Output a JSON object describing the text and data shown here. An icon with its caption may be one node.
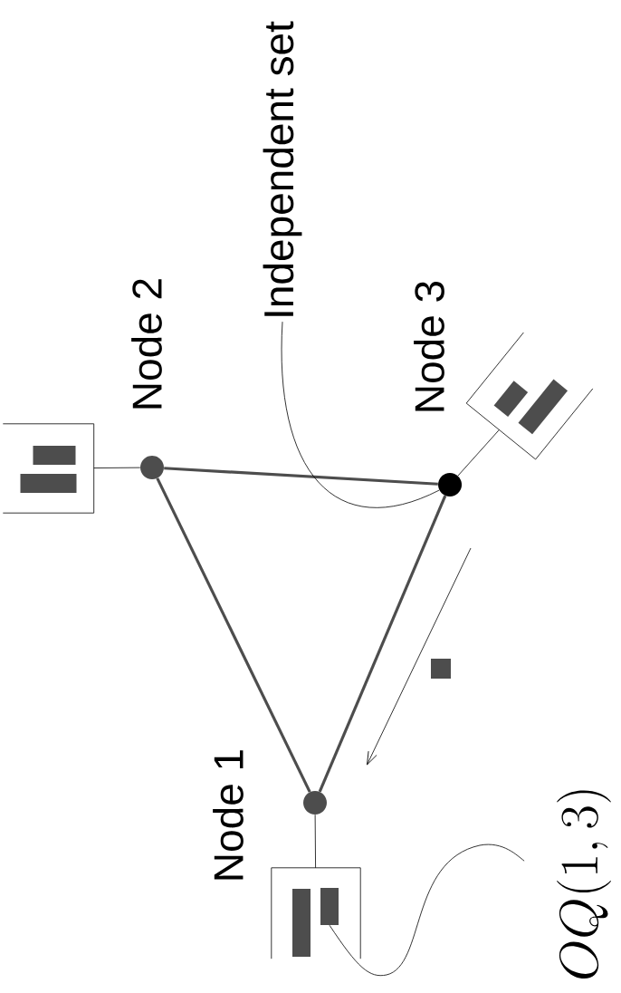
{
  "diagram": {
    "nodes": [
      {
        "text": [],
        "shape": "circle",
        "beside": [
          "Node 1"
        ]
      },
      {
        "text": [],
        "shape": "circle",
        "beside": [
          "Node 2"
        ]
      },
      {
        "text": [],
        "shape": "circle"
      },
      {
        "text": [],
        "shape": "box"
      },
      {
        "text": [],
        "shape": "box"
      },
      {
        "text": [],
        "shape": "box"
      },
      {
        "text": [
          "Independent set"
        ]
      },
      {
        "text": [
          "OQ(1,3)"
        ]
      },
      {
        "text": [],
        "shape": "bar",
        "in": 3
      }
    ],
    "edges": [
      {
        "from": 0,
        "to": 1,
        "arrow": "none",
        "style": "thick",
        "color": "#4d4d4d"
      },
      {
        "from": 1,
        "to": 2,
        "arrow": "none",
        "style": "thick",
        "color": "#4d4d4d"
      },
      {
        "from": 2,
        "to": 0,
        "arrow": "none",
        "style": "thick",
        "color": "#4d4d4d"
      },
      {
        "from": 0,
        "to": 3,
        "arrow": "none"
      },
      {
        "from": 1,
        "to": 4,
        "arrow": "none"
      },
      {
        "from": 2,
        "to": 5,
        "arrow": "none"
      },
      {
        "from": 6,
        "to": 2,
        "arrow": "none"
      },
      {
        "from": 8,
        "to": 7,
        "arrow": "none"
      }
    ],
    "labels": [
      "Node 3"
    ]
  }
}
